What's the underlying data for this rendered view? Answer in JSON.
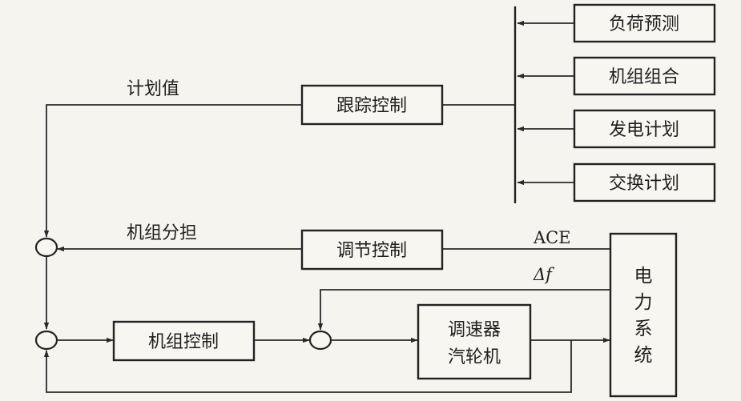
{
  "blocks": {
    "load_forecast": "负荷预测",
    "unit_combination": "机组组合",
    "generation_plan": "发电计划",
    "exchange_plan": "交换计划",
    "tracking_control": "跟踪控制",
    "regulation_control": "调节控制",
    "unit_control": "机组控制",
    "governor_turbine_line1": "调速器",
    "governor_turbine_line2": "汽轮机",
    "power_system_chars": [
      "电",
      "力",
      "系",
      "统"
    ]
  },
  "labels": {
    "schedule_value": "计划值",
    "unit_allocation": "机组分担",
    "ace": "ACE",
    "delta_f": "Δf"
  },
  "colors": {
    "line": "#2a2a2a",
    "background": "#f6f4ef"
  }
}
